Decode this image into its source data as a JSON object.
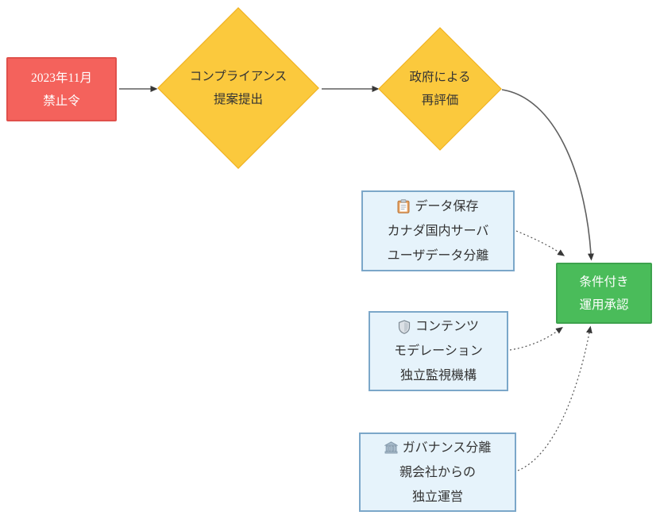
{
  "diagram": {
    "type": "flowchart",
    "background": "#FFFFFF",
    "nodes": {
      "ban": {
        "shape": "rect",
        "fill": "#F4625C",
        "border": "#E0504B",
        "text_color": "#FFFFFF",
        "line1": "2023年11月",
        "line2": "禁止令"
      },
      "compliance": {
        "shape": "diamond",
        "fill": "#FBC93D",
        "border": "#EFAF1E",
        "text_color": "#333333",
        "line1": "コンプライアンス",
        "line2": "提案提出"
      },
      "reevaluation": {
        "shape": "diamond",
        "fill": "#FBC93D",
        "border": "#EFAF1E",
        "text_color": "#333333",
        "line1": "政府による",
        "line2": "再評価"
      },
      "approval": {
        "shape": "rect",
        "fill": "#4ABC5A",
        "border": "#3DA24D",
        "text_color": "#FFFFFF",
        "line1": "条件付き",
        "line2": "運用承認"
      },
      "data_storage": {
        "shape": "card",
        "fill": "#E6F3FB",
        "border": "#7BA7C9",
        "text_color": "#333333",
        "icon": "clipboard-icon",
        "line1": "データ保存",
        "line2": "カナダ国内サーバ",
        "line3": "ユーザデータ分離"
      },
      "content_moderation": {
        "shape": "card",
        "fill": "#E6F3FB",
        "border": "#7BA7C9",
        "text_color": "#333333",
        "icon": "shield-icon",
        "line1": "コンテンツ",
        "line2": "モデレーション",
        "line3": "独立監視機構"
      },
      "governance": {
        "shape": "card",
        "fill": "#E6F3FB",
        "border": "#7BA7C9",
        "text_color": "#333333",
        "icon": "building-icon",
        "line1": "ガバナンス分離",
        "line2": "親会社からの",
        "line3": "独立運営"
      }
    },
    "edges": [
      {
        "from": "ban",
        "to": "compliance",
        "style": "solid"
      },
      {
        "from": "compliance",
        "to": "reevaluation",
        "style": "solid"
      },
      {
        "from": "reevaluation",
        "to": "approval",
        "style": "solid"
      },
      {
        "from": "data_storage",
        "to": "approval",
        "style": "dotted"
      },
      {
        "from": "content_moderation",
        "to": "approval",
        "style": "dotted"
      },
      {
        "from": "governance",
        "to": "approval",
        "style": "dotted"
      }
    ],
    "edge_color": "#5F5F5F",
    "arrowhead_color": "#383838"
  }
}
